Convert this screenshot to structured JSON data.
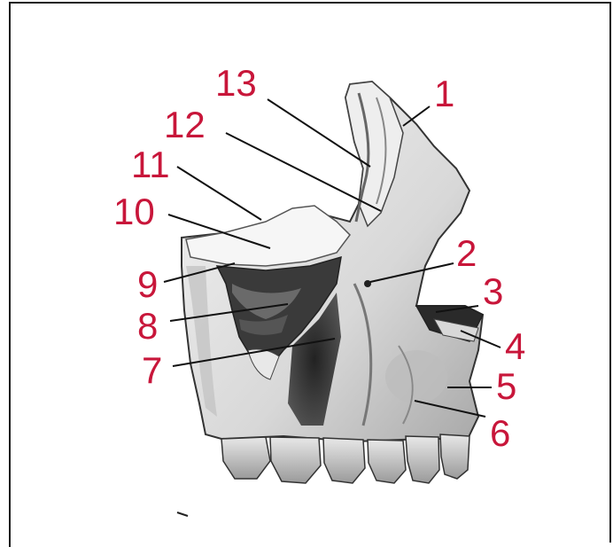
{
  "figure": {
    "subject": "maxilla-lateral-view",
    "label_color": "#c8163a",
    "leader_color": "#111111",
    "labels": [
      {
        "id": "1",
        "text": "1"
      },
      {
        "id": "2",
        "text": "2"
      },
      {
        "id": "3",
        "text": "3"
      },
      {
        "id": "4",
        "text": "4"
      },
      {
        "id": "5",
        "text": "5"
      },
      {
        "id": "6",
        "text": "6"
      },
      {
        "id": "7",
        "text": "7"
      },
      {
        "id": "8",
        "text": "8"
      },
      {
        "id": "9",
        "text": "9"
      },
      {
        "id": "10",
        "text": "10"
      },
      {
        "id": "11",
        "text": "11"
      },
      {
        "id": "12",
        "text": "12"
      },
      {
        "id": "13",
        "text": "13"
      }
    ]
  }
}
